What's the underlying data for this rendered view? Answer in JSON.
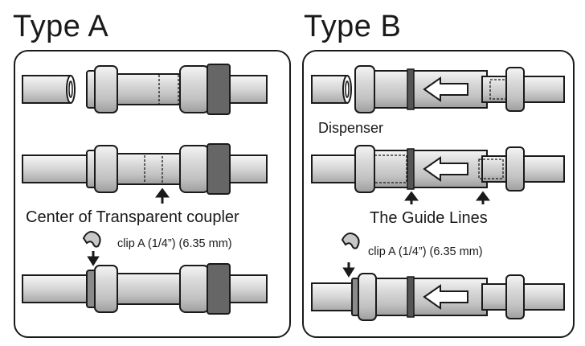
{
  "type_a": {
    "title": "Type A",
    "center_label": "Center of Transparent coupler",
    "clip_label": "clip A (1/4”) (6.35 mm)"
  },
  "type_b": {
    "title": "Type B",
    "dispenser_label": "Dispenser",
    "guide_label": "The Guide Lines",
    "clip_label": "clip A (1/4”) (6.35 mm)"
  },
  "colors": {
    "outline": "#1a1a1a",
    "body_gray": "#c9c9c9",
    "band_dark": "#555555",
    "background": "#ffffff"
  }
}
